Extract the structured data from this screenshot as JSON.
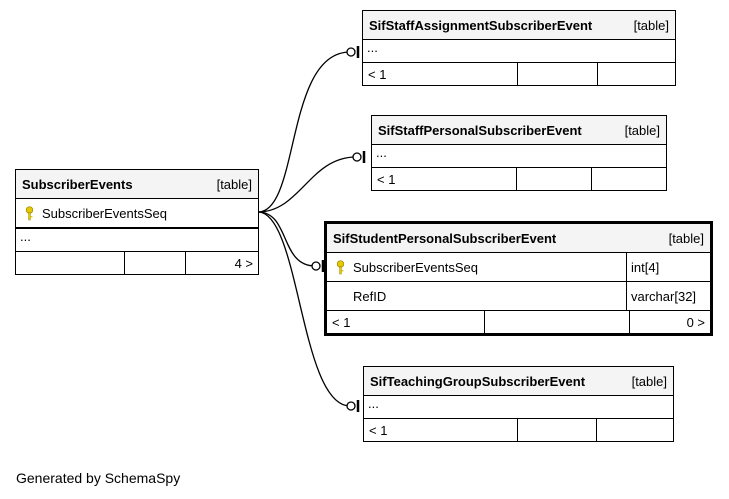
{
  "footer_text": "Generated by SchemaSpy",
  "tables": {
    "subscriber_events": {
      "name": "SubscriberEvents",
      "kind": "[table]",
      "columns": [
        "SubscriberEventsSeq"
      ],
      "ellipsis": "...",
      "footer": [
        "",
        "",
        "4 >"
      ]
    },
    "staff_assignment": {
      "name": "SifStaffAssignmentSubscriberEvent",
      "kind": "[table]",
      "ellipsis": "...",
      "footer": [
        "< 1",
        "",
        ""
      ]
    },
    "staff_personal": {
      "name": "SifStaffPersonalSubscriberEvent",
      "kind": "[table]",
      "ellipsis": "...",
      "footer": [
        "< 1",
        "",
        ""
      ]
    },
    "student_personal": {
      "name": "SifStudentPersonalSubscriberEvent",
      "kind": "[table]",
      "columns": [
        {
          "name": "SubscriberEventsSeq",
          "type": "int[4]"
        },
        {
          "name": "RefID",
          "type": "varchar[32]"
        }
      ],
      "footer": [
        "< 1",
        "",
        "0 >"
      ]
    },
    "teaching_group": {
      "name": "SifTeachingGroupSubscriberEvent",
      "kind": "[table]",
      "ellipsis": "...",
      "footer": [
        "< 1",
        "",
        ""
      ]
    }
  },
  "colors": {
    "key_icon": "#e6c800",
    "header_bg": "#f4f4f4",
    "line": "#000000"
  },
  "icons": {
    "primary_key": "key-icon"
  }
}
